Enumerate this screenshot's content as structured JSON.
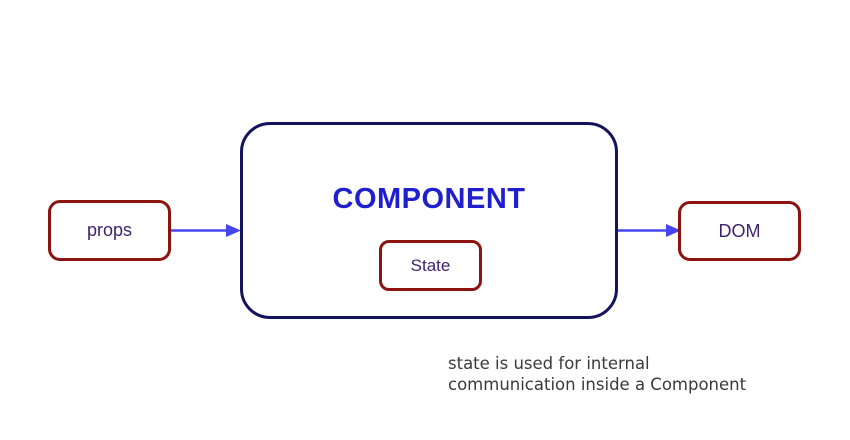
{
  "diagram": {
    "title_node": {
      "label": "COMPONENT"
    },
    "nodes": {
      "props": {
        "label": "props"
      },
      "state": {
        "label": "State"
      },
      "dom": {
        "label": "DOM"
      }
    },
    "caption": {
      "line1": "state is used for internal",
      "line2": "communication inside a Component"
    },
    "arrows": [
      {
        "name": "props-to-component",
        "direction": "right"
      },
      {
        "name": "component-to-dom",
        "direction": "right"
      }
    ],
    "colors": {
      "background": "#ffffff",
      "red_box_border": "#8b1410",
      "component_border": "#13135f",
      "component_title_text": "#1f1fcf",
      "box_label_text": "#3f2270",
      "arrow_blue": "#4646f0",
      "caption_text": "#3a3a3a"
    }
  }
}
